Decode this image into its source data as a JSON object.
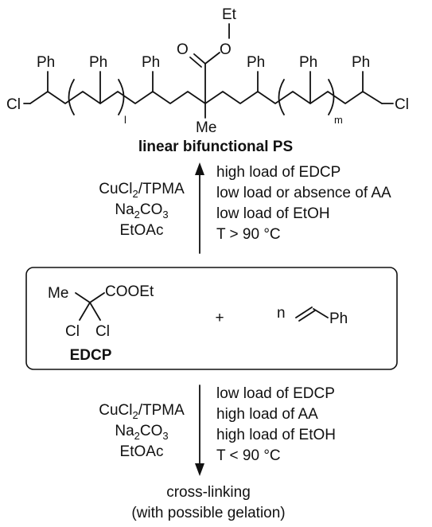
{
  "polymer": {
    "Et": "Et",
    "O_carbonyl": "O",
    "O_ester": "O",
    "Ph1": "Ph",
    "Ph2": "Ph",
    "Ph3": "Ph",
    "Ph4": "Ph",
    "Ph5": "Ph",
    "Ph6": "Ph",
    "Cl_left": "Cl",
    "Cl_right": "Cl",
    "Me": "Me",
    "sub_l": "l",
    "sub_m": "m",
    "title": "linear bifunctional PS"
  },
  "upper": {
    "reagents": {
      "r1": "CuCl",
      "r1_sub": "2",
      "r1_tail": "/TPMA",
      "r2": "Na",
      "r2_sub": "2",
      "r2_tail": "CO",
      "r2_sub2": "3",
      "r3": "EtOAc"
    },
    "conditions": [
      "high load of EDCP",
      "low load or absence of AA",
      "low load of EtOH",
      "T > 90 °C"
    ]
  },
  "box": {
    "Me": "Me",
    "COOEt": "COOEt",
    "Cl1": "Cl",
    "Cl2": "Cl",
    "name": "EDCP",
    "plus": "+",
    "n": "n",
    "Ph": "Ph"
  },
  "lower": {
    "reagents": {
      "r1": "CuCl",
      "r1_sub": "2",
      "r1_tail": "/TPMA",
      "r2": "Na",
      "r2_sub": "2",
      "r2_tail": "CO",
      "r2_sub2": "3",
      "r3": "EtOAc"
    },
    "conditions": [
      "low load of EDCP",
      "high load of AA",
      "high load of EtOH",
      "T < 90 °C"
    ]
  },
  "product": {
    "line1": "cross-linking",
    "line2": "(with possible gelation)"
  }
}
